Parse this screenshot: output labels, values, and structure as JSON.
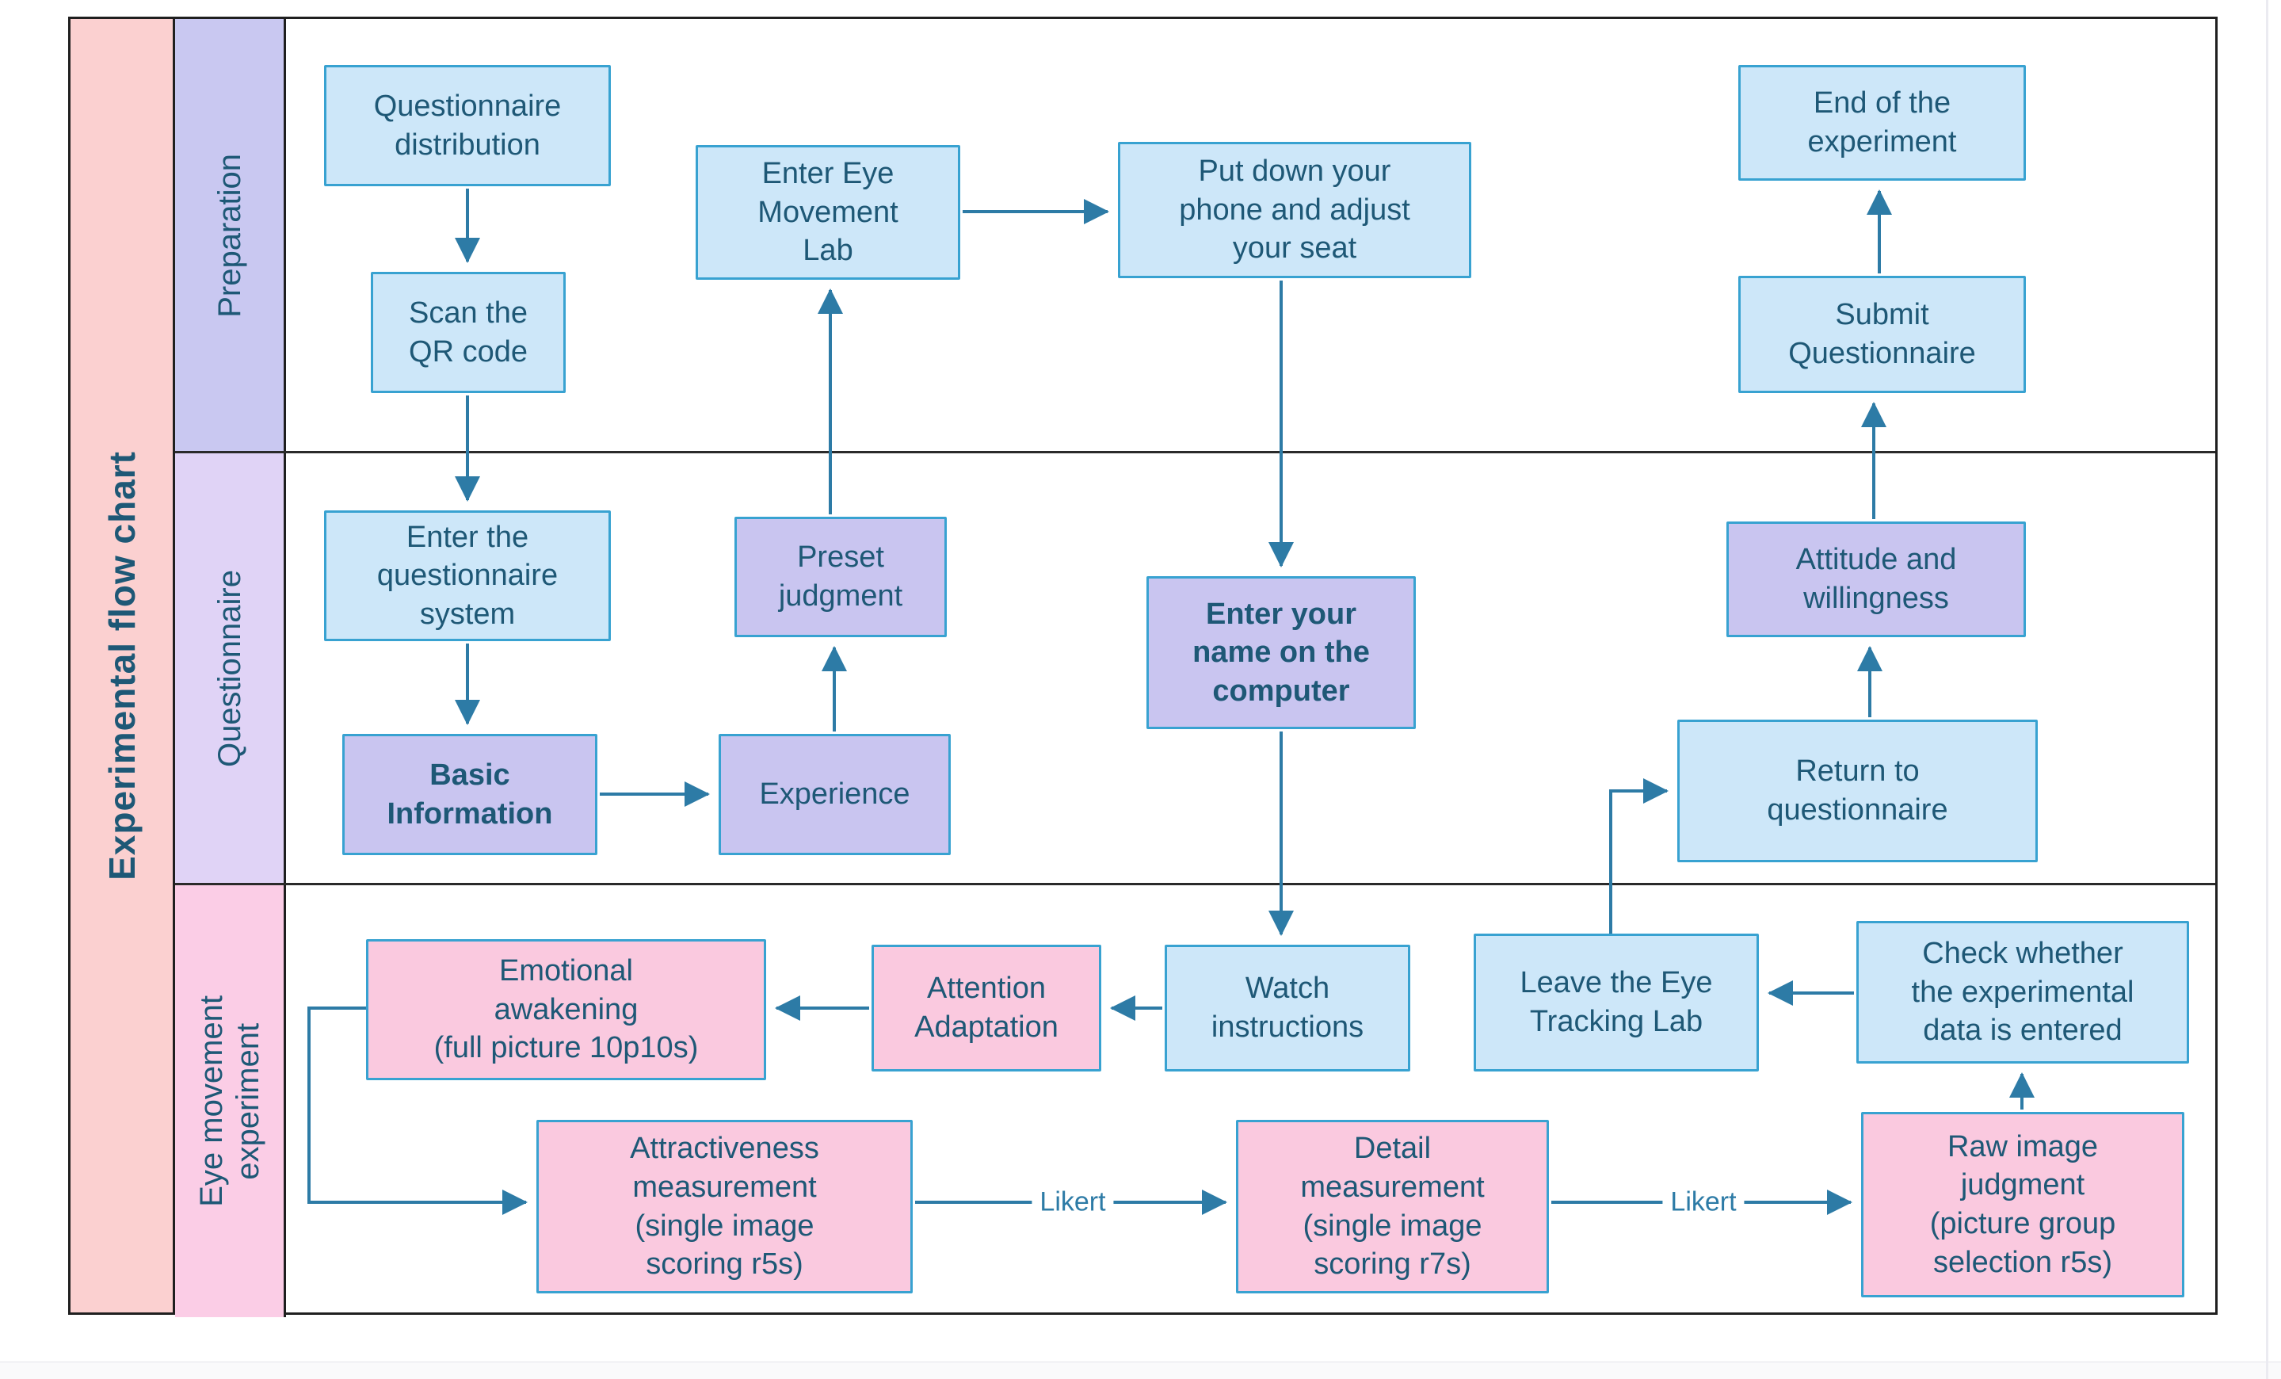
{
  "title": "Experimental flow chart",
  "lanes": [
    {
      "id": "preparation",
      "label": "Preparation"
    },
    {
      "id": "questionnaire",
      "label": "Questionnaire"
    },
    {
      "id": "eye-movement",
      "label": "Eye movement\nexperiment"
    }
  ],
  "nodes": [
    {
      "id": "questionnaire-distribution",
      "lane": "preparation",
      "style": "blue",
      "label": "Questionnaire\ndistribution"
    },
    {
      "id": "scan-qr-code",
      "lane": "preparation",
      "style": "blue",
      "label": "Scan the\nQR code"
    },
    {
      "id": "enter-eye-movement-lab",
      "lane": "preparation",
      "style": "blue",
      "label": "Enter Eye\nMovement\nLab"
    },
    {
      "id": "put-down-phone",
      "lane": "preparation",
      "style": "blue",
      "label": "Put down your\nphone and adjust\nyour seat"
    },
    {
      "id": "end-of-experiment",
      "lane": "preparation",
      "style": "blue",
      "label": "End of the\nexperiment"
    },
    {
      "id": "submit-questionnaire",
      "lane": "preparation",
      "style": "blue",
      "label": "Submit\nQuestionnaire"
    },
    {
      "id": "enter-questionnaire-system",
      "lane": "questionnaire",
      "style": "blue",
      "label": "Enter the\nquestionnaire\nsystem"
    },
    {
      "id": "preset-judgment",
      "lane": "questionnaire",
      "style": "purple",
      "label": "Preset\njudgment"
    },
    {
      "id": "basic-information",
      "lane": "questionnaire",
      "style": "purple",
      "bold": true,
      "label": "Basic\nInformation"
    },
    {
      "id": "experience",
      "lane": "questionnaire",
      "style": "purple",
      "label": "Experience"
    },
    {
      "id": "enter-your-name",
      "lane": "questionnaire",
      "style": "purple",
      "bold": true,
      "label": "Enter your\nname on the\ncomputer"
    },
    {
      "id": "attitude-and-willingness",
      "lane": "questionnaire",
      "style": "purple",
      "label": "Attitude and\nwillingness"
    },
    {
      "id": "return-to-questionnaire",
      "lane": "questionnaire",
      "style": "blue",
      "label": "Return to\nquestionnaire"
    },
    {
      "id": "emotional-awakening",
      "lane": "eye-movement",
      "style": "pink",
      "label": "Emotional\nawakening\n(full picture 10p10s)"
    },
    {
      "id": "attention-adaptation",
      "lane": "eye-movement",
      "style": "pink",
      "label": "Attention\nAdaptation"
    },
    {
      "id": "watch-instructions",
      "lane": "eye-movement",
      "style": "blue",
      "label": "Watch\ninstructions"
    },
    {
      "id": "leave-eye-tracking-lab",
      "lane": "eye-movement",
      "style": "blue",
      "label": "Leave the Eye\nTracking Lab"
    },
    {
      "id": "check-data-entered",
      "lane": "eye-movement",
      "style": "blue",
      "label": "Check whether\nthe experimental\ndata is entered"
    },
    {
      "id": "attractiveness-measurement",
      "lane": "eye-movement",
      "style": "pink",
      "label": "Attractiveness\nmeasurement\n(single image\nscoring r5s)"
    },
    {
      "id": "detail-measurement",
      "lane": "eye-movement",
      "style": "pink",
      "label": "Detail\nmeasurement\n(single image\nscoring r7s)"
    },
    {
      "id": "raw-image-judgment",
      "lane": "eye-movement",
      "style": "pink",
      "label": "Raw image\njudgment\n(picture group\nselection r5s)"
    }
  ],
  "edge_labels": [
    "Likert",
    "Likert"
  ],
  "colors": {
    "title_column": "#fbd0d0",
    "lane_preparation": "#c9c8f1",
    "lane_questionnaire": "#e0d3f6",
    "lane_eye_movement": "#fbcde6",
    "node_blue": "#cde7f9",
    "node_purple": "#c9c5f0",
    "node_pink": "#fac9df",
    "node_border": "#38a2d1",
    "arrow": "#2d7ba6",
    "text": "#1e5876"
  }
}
